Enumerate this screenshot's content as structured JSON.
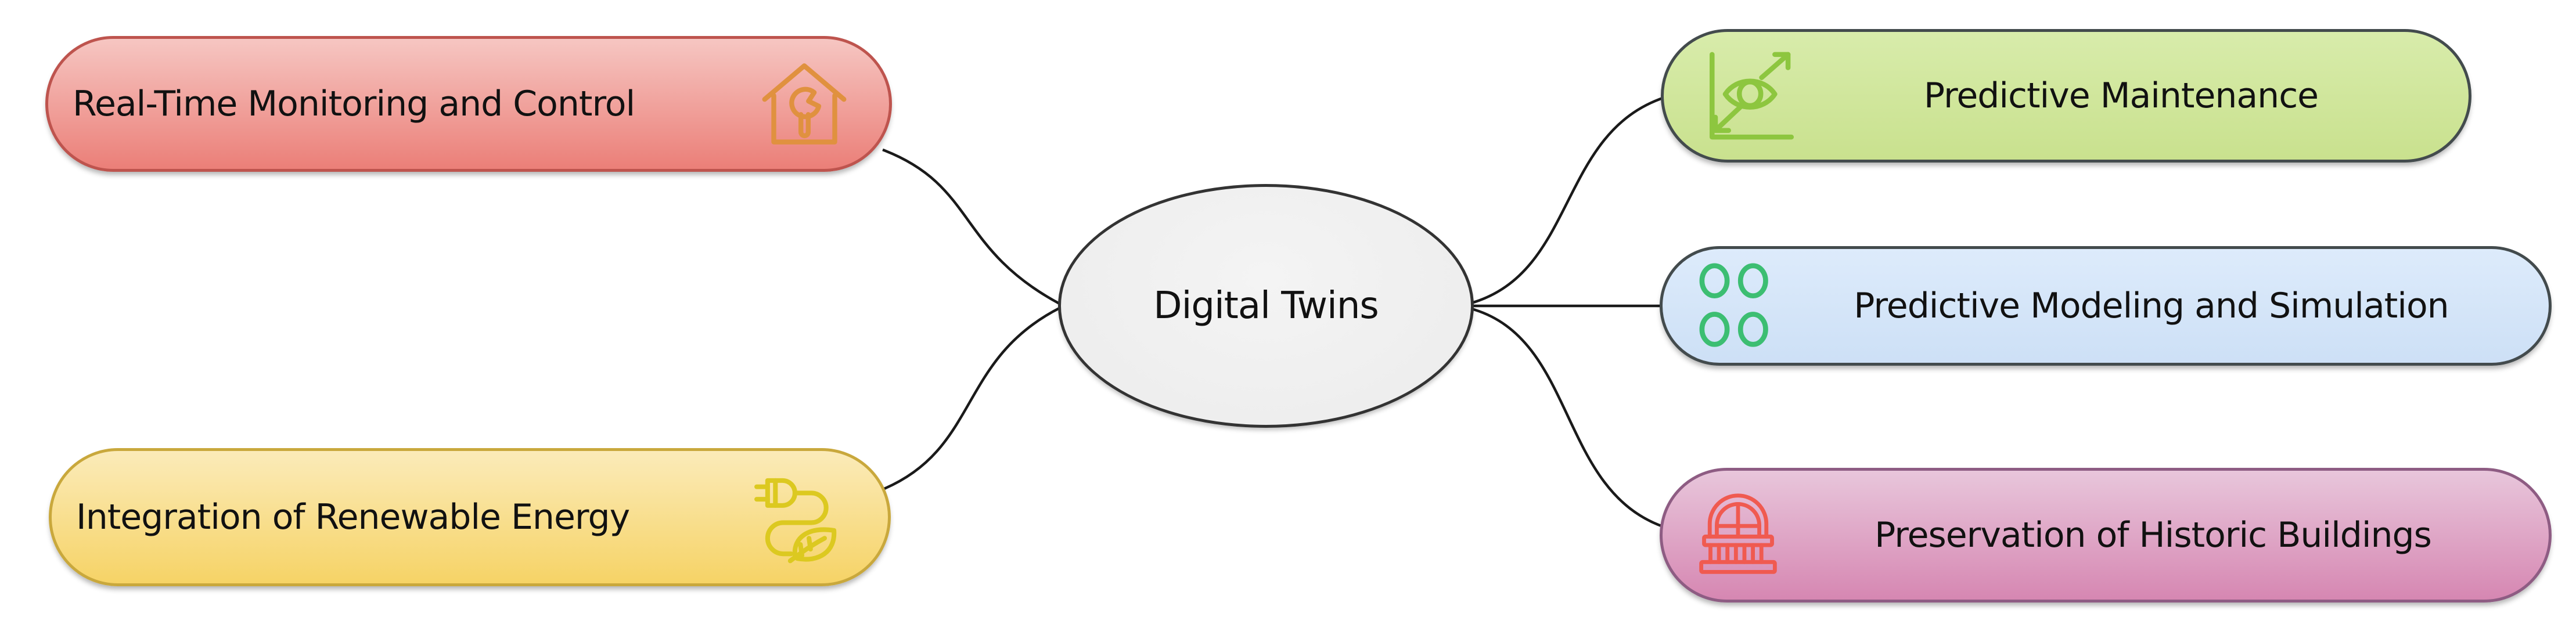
{
  "diagram": {
    "type": "mindmap",
    "background": "#ffffff",
    "edge_color": "#1a1a1a",
    "center": {
      "id": "center",
      "label": "Digital Twins",
      "fill": "#efefef",
      "border": "#333333",
      "text_color": "#111111",
      "shape": "ellipse"
    },
    "branches": [
      {
        "id": "realtime",
        "label": "Real-Time Monitoring and Control",
        "side": "left",
        "icon": "house-wrench-icon",
        "icon_color": "#E0913F",
        "fill_top": "#F6C6C2",
        "fill_bottom": "#EB7F78",
        "border": "#BE544E"
      },
      {
        "id": "renewable",
        "label": "Integration of Renewable Energy",
        "side": "left",
        "icon": "plug-leaf-icon",
        "icon_color": "#DCC920",
        "fill_top": "#FBEBB9",
        "fill_bottom": "#F6D366",
        "border": "#C9A83C"
      },
      {
        "id": "maintenance",
        "label": "Predictive Maintenance",
        "side": "right",
        "icon": "chart-eye-icon",
        "icon_color": "#8DC63F",
        "fill_top": "#D8ECAB",
        "fill_bottom": "#C9E18E",
        "border": "#434B4D"
      },
      {
        "id": "modeling",
        "label": "Predictive Modeling and Simulation",
        "side": "right",
        "icon": "four-circles-icon",
        "icon_color": "#3CBE72",
        "fill_top": "#DDEBFB",
        "fill_bottom": "#CDE0F6",
        "border": "#434B4D"
      },
      {
        "id": "preservation",
        "label": "Preservation of Historic Buildings",
        "side": "right",
        "icon": "arched-window-icon",
        "icon_color": "#F05A50",
        "fill_top": "#E8C6DB",
        "fill_bottom": "#D687B2",
        "border": "#8E5C83"
      }
    ]
  }
}
